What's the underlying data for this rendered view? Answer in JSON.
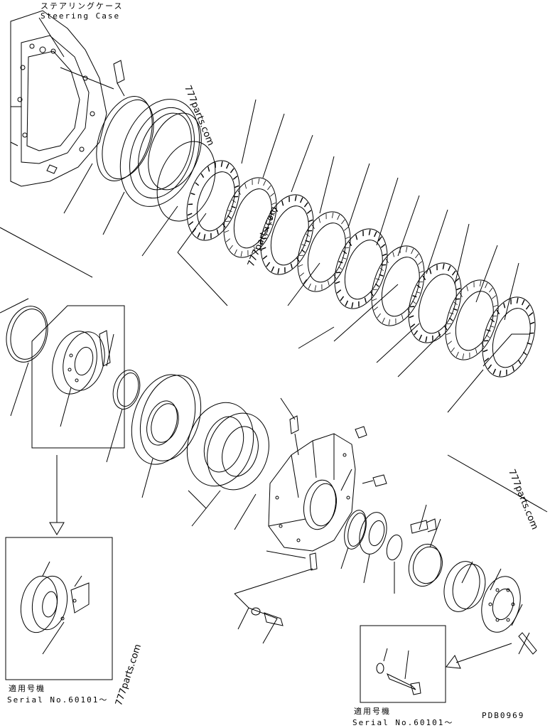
{
  "header": {
    "title_jp": "ステアリングケース",
    "title_en": "Steering Case"
  },
  "watermarks": [
    "777parts.com",
    "777parts.com",
    "777parts.com",
    "777parts.com"
  ],
  "inset_left": {
    "label_jp": "適用号機",
    "label_serial": "Serial No.60101〜"
  },
  "inset_right": {
    "label_jp": "適用号機",
    "label_serial": "Serial No.60101〜"
  },
  "drawing_code": "PDB0969"
}
